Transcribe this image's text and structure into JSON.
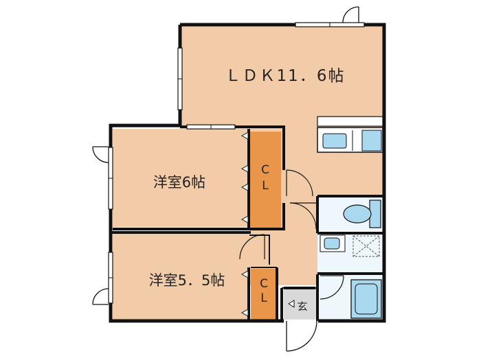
{
  "rooms": {
    "ldk": {
      "label": "ＬＤＫ11．6帖"
    },
    "bedroom1": {
      "label": "洋室6帖"
    },
    "bedroom2": {
      "label": "洋室5．5帖"
    },
    "closet1": {
      "line1": "C",
      "line2": "L"
    },
    "closet2": {
      "line1": "C",
      "line2": "L"
    },
    "entrance": {
      "label": "玄"
    }
  },
  "colors": {
    "room_fill": "#f2cba8",
    "closet_fill": "#e9954a",
    "wall": "#111111",
    "fixture_fill": "#a9d8ef",
    "wet_area_fill": "#eef7fc",
    "entrance_fill": "#d9d9d9"
  },
  "icons": [
    "door-swing-icon",
    "sink-icon",
    "toilet-icon",
    "bathtub-icon",
    "washing-machine-pan-icon",
    "wash-basin-icon"
  ]
}
